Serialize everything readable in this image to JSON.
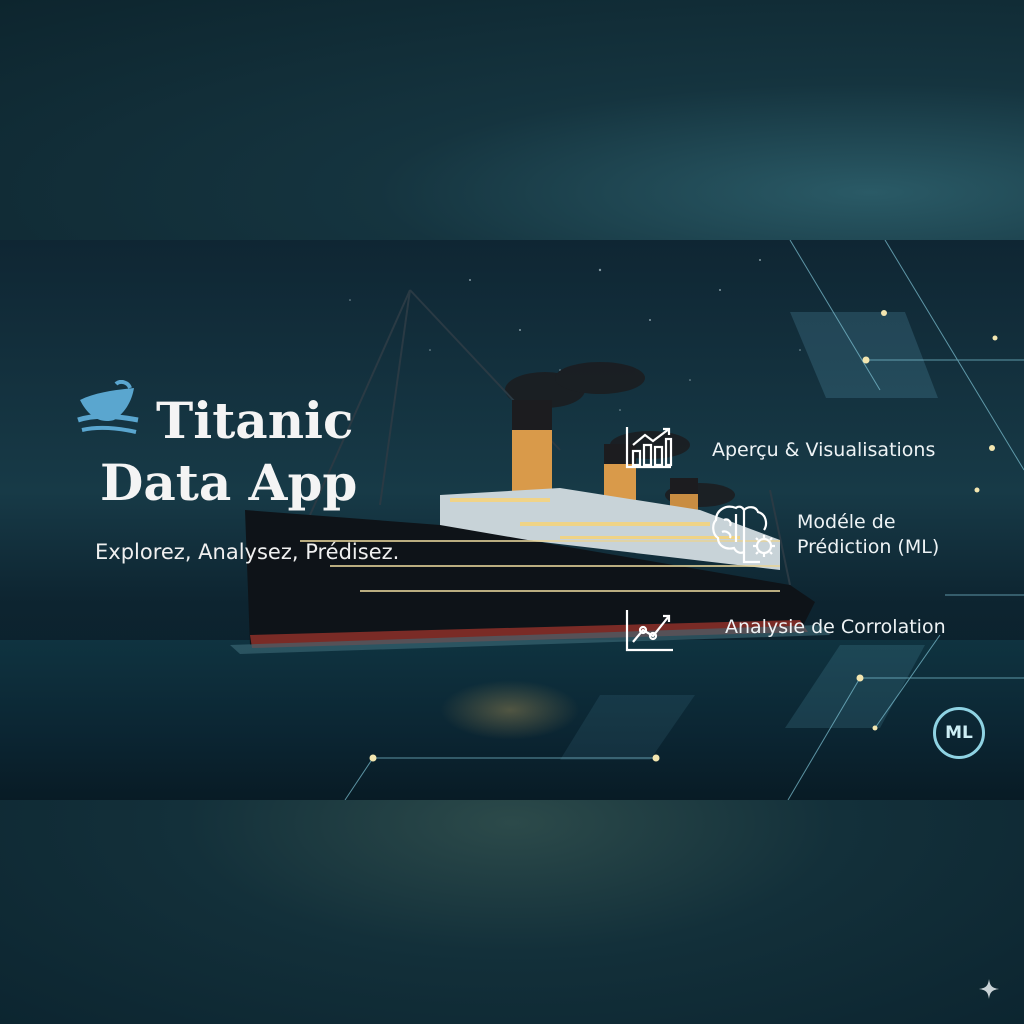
{
  "app": {
    "title_line1": "Titanic",
    "title_line2": "Data App",
    "tagline": "Explorez, Analysez, Prédisez."
  },
  "features": [
    {
      "label": "Aperçu & Visualisations",
      "icon": "bar-chart-icon"
    },
    {
      "label_line1": "Modéle de",
      "label_line2": "Prédiction (ML)",
      "icon": "brain-gear-icon"
    },
    {
      "label": "Analysie de Corrolation",
      "icon": "line-chart-icon"
    }
  ],
  "badge": {
    "text": "ML"
  },
  "colors": {
    "accent": "#8fd3e3",
    "logo_blue": "#5aa6cf",
    "background": "#0d2430",
    "text": "#f4f4f4"
  }
}
